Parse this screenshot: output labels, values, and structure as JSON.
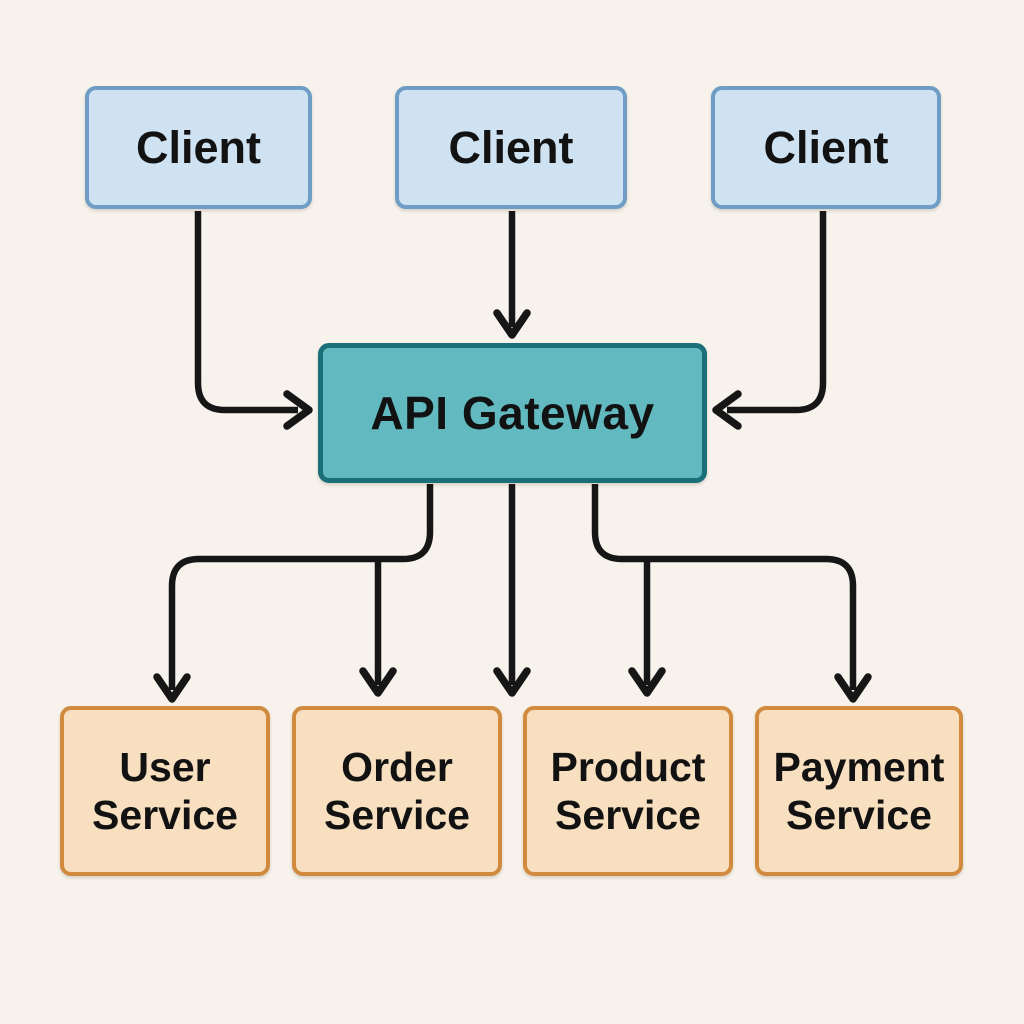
{
  "diagram": {
    "type": "architecture-flowchart",
    "nodes": {
      "clients": [
        {
          "id": "client-1",
          "label": "Client"
        },
        {
          "id": "client-2",
          "label": "Client"
        },
        {
          "id": "client-3",
          "label": "Client"
        }
      ],
      "gateway": {
        "id": "api-gateway",
        "label": "API Gateway"
      },
      "services": [
        {
          "id": "user-service",
          "label": "User Service"
        },
        {
          "id": "order-service",
          "label": "Order Service"
        },
        {
          "id": "product-service",
          "label": "Product Service"
        },
        {
          "id": "payment-service",
          "label": "Payment Service"
        }
      ]
    },
    "edges": [
      {
        "from": "client-1",
        "to": "api-gateway",
        "enters": "left-side"
      },
      {
        "from": "client-2",
        "to": "api-gateway",
        "enters": "top"
      },
      {
        "from": "client-3",
        "to": "api-gateway",
        "enters": "right-side"
      },
      {
        "from": "api-gateway",
        "to": "user-service"
      },
      {
        "from": "api-gateway",
        "to": "order-service"
      },
      {
        "from": "api-gateway",
        "to": "gap-between-order-and-product"
      },
      {
        "from": "api-gateway",
        "to": "product-service"
      },
      {
        "from": "api-gateway",
        "to": "payment-service"
      }
    ],
    "colors": {
      "background": "#F7F3EC",
      "client_fill": "#CFE2F1",
      "client_border": "#6F9DC6",
      "gateway_fill": "#62BAC0",
      "gateway_border": "#1B6F79",
      "service_fill": "#F7DFC0",
      "service_border": "#D18A3E",
      "edge": "#161616",
      "text": "#121212"
    }
  }
}
